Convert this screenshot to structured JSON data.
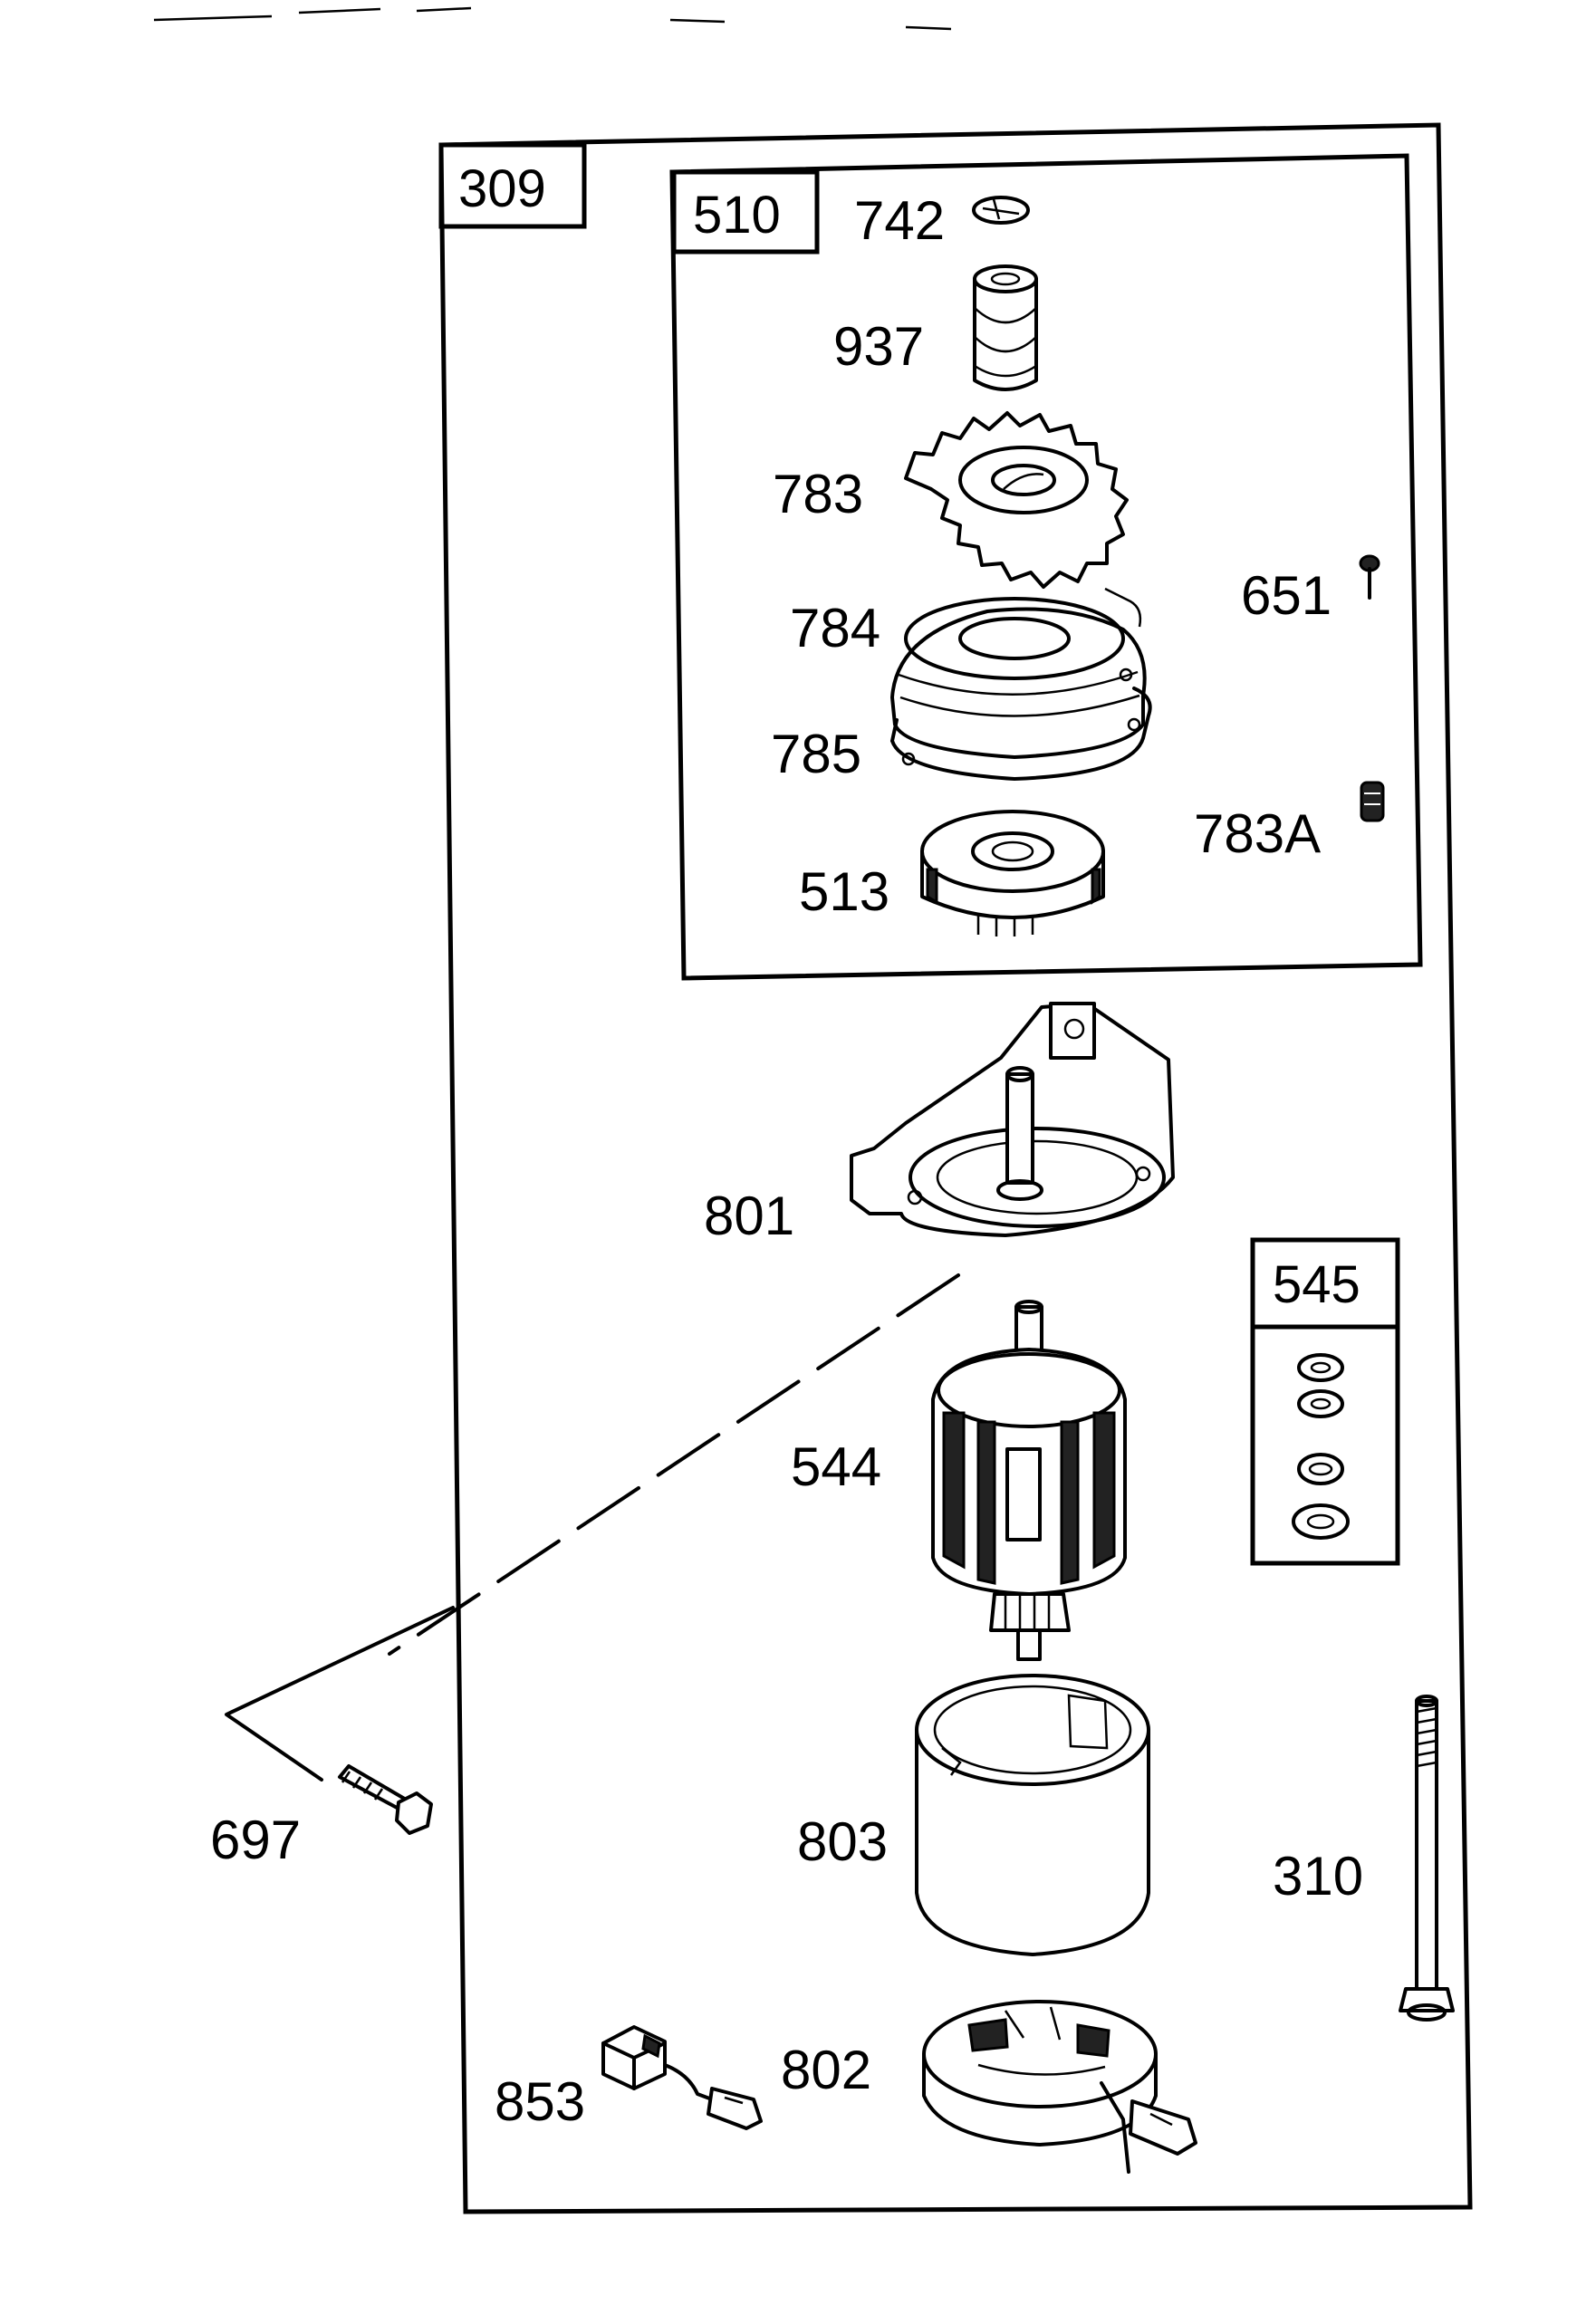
{
  "assembly_box": {
    "label": "309"
  },
  "drive_box": {
    "label": "510"
  },
  "washer_kit_box": {
    "label": "545"
  },
  "parts": {
    "p742": "742",
    "p937": "937",
    "p783": "783",
    "p651": "651",
    "p784": "784",
    "p785": "785",
    "p783A": "783A",
    "p513": "513",
    "p801": "801",
    "p544": "544",
    "p697": "697",
    "p803": "803",
    "p310": "310",
    "p853": "853",
    "p802": "802"
  }
}
